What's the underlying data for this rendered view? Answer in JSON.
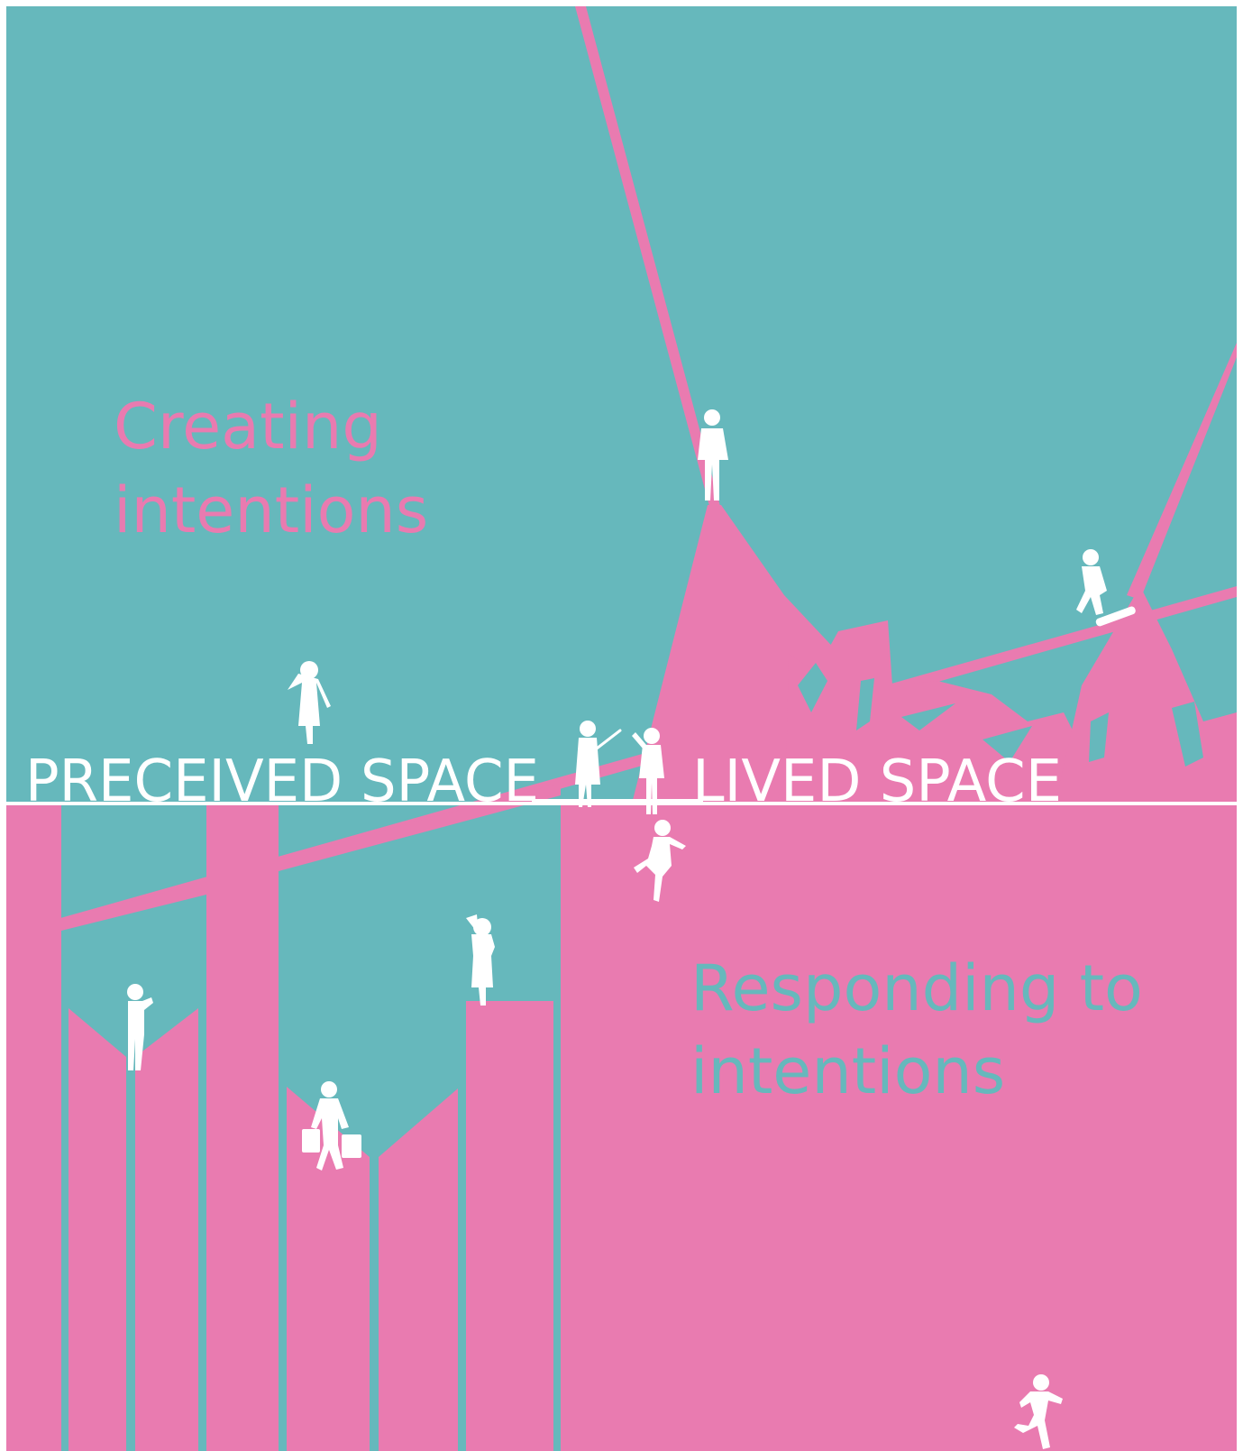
{
  "labels": {
    "creating_line1": "Creating",
    "creating_line2": "intentions",
    "perceived_space": "PRECEIVED SPACE",
    "lived_space": "LIVED SPACE",
    "responding_line1": "Responding to",
    "responding_line2": "intentions"
  },
  "colors": {
    "background_teal": "#66b8bc",
    "pink": "#e97bb0",
    "white": "#ffffff"
  },
  "figures": [
    "standing-person-icon",
    "skateboarder-icon",
    "walking-woman-icon",
    "pointing-woman-icon",
    "waving-man-icon",
    "jumping-boy-icon",
    "woman-with-fan-icon",
    "person-taking-photo-icon",
    "shopper-with-bags-icon",
    "running-man-icon"
  ]
}
